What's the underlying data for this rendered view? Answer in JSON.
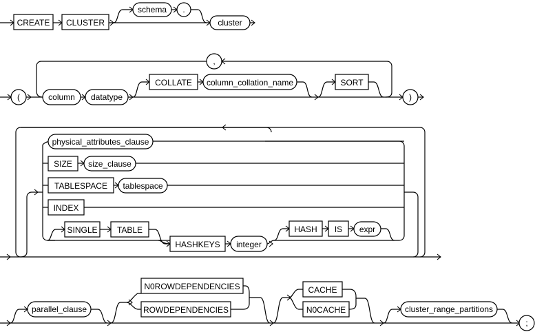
{
  "diagram": {
    "title": "CREATE CLUSTER syntax diagram",
    "row1": {
      "keywords": [
        "CREATE",
        "CLUSTER"
      ],
      "schema": "schema",
      "dot": ".",
      "cluster": "cluster"
    },
    "row2": {
      "open_paren": "(",
      "comma": ",",
      "column": "column",
      "datatype": "datatype",
      "collate": "COLLATE",
      "column_collation_name": "column_collation_name",
      "sort": "SORT",
      "close_paren": ")"
    },
    "row3": {
      "physical_attributes_clause": "physical_attributes_clause",
      "size": "SIZE",
      "size_clause": "size_clause",
      "tablespace_kw": "TABLESPACE",
      "tablespace": "tablespace",
      "index": "INDEX",
      "single": "SINGLE",
      "table": "TABLE",
      "hashkeys": "HASHKEYS",
      "integer": "integer",
      "hash": "HASH",
      "is": "IS",
      "expr": "expr"
    },
    "row4": {
      "parallel_clause": "parallel_clause",
      "norowdependencies": "N0ROWDEPENDENCIES",
      "rowdependencies": "ROWDEPENDENCIES",
      "cache": "CACHE",
      "nocache": "N0CACHE",
      "cluster_range_partitions": "cluster_range_partitions",
      "semicolon": ";"
    }
  }
}
